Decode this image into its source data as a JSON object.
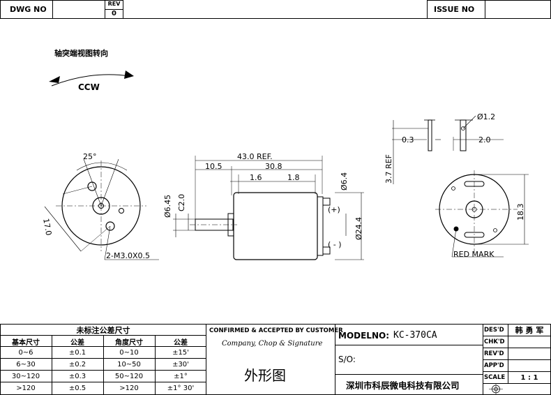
{
  "header": {
    "dwg_no_label": "DWG   NO",
    "rev_label": "REV",
    "rev_value": "0",
    "issue_no_label": "ISSUE   NO"
  },
  "rotation": {
    "caption": "轴突端视图转向",
    "direction": "CCW"
  },
  "front_view": {
    "angle": "25°",
    "dim_17": "17.0",
    "thread": "2-M3.0X0.5"
  },
  "side_view": {
    "overall": "43.0 REF.",
    "d_10_5": "10.5",
    "d_30_8": "30.8",
    "d_1_6": "1.6",
    "d_1_8": "1.8",
    "shaft_dia": "Ø6.45",
    "c2": "C2.0",
    "body_dia": "Ø24.4",
    "terminal_dia": "Ø6.4",
    "plus": "(+)",
    "minus": "( - )"
  },
  "terminal_detail": {
    "d_0_3": "0.3",
    "d_3_7": "3.7 REF",
    "hole": "Ø1.2",
    "d_2_0": "2.0"
  },
  "rear_view": {
    "d_18_3": "18.3",
    "red_mark": "RED MARK"
  },
  "tolerance_table": {
    "title": "未标注公差尺寸",
    "headers": [
      "基本尺寸",
      "公差",
      "角度尺寸",
      "公差"
    ],
    "rows": [
      [
        "0~6",
        "±0.1",
        "0~10",
        "±15'"
      ],
      [
        "6~30",
        "±0.2",
        "10~50",
        "±30'"
      ],
      [
        "30~120",
        "±0.3",
        "50~120",
        "±1°"
      ],
      [
        ">120",
        "±0.5",
        ">120",
        "±1° 30'"
      ]
    ]
  },
  "confirm": {
    "line1": "CONFIRMED & ACCEPTED BY CUSTOMER",
    "line2": "Company, Chop & Signature",
    "drawing_title": "外形图"
  },
  "model": {
    "label": "MODELNO:",
    "value": "KC-370CA",
    "so_label": "S/O:",
    "company": "深圳市科辰微电科技有限公司"
  },
  "signoff": {
    "designed_label": "DES'D",
    "designed_value": "韩 勇 军",
    "checked_label": "CHK'D",
    "revised_label": "REV'D",
    "approved_label": "APP'D",
    "scale_label": "SCALE",
    "scale_value": "1 : 1"
  }
}
